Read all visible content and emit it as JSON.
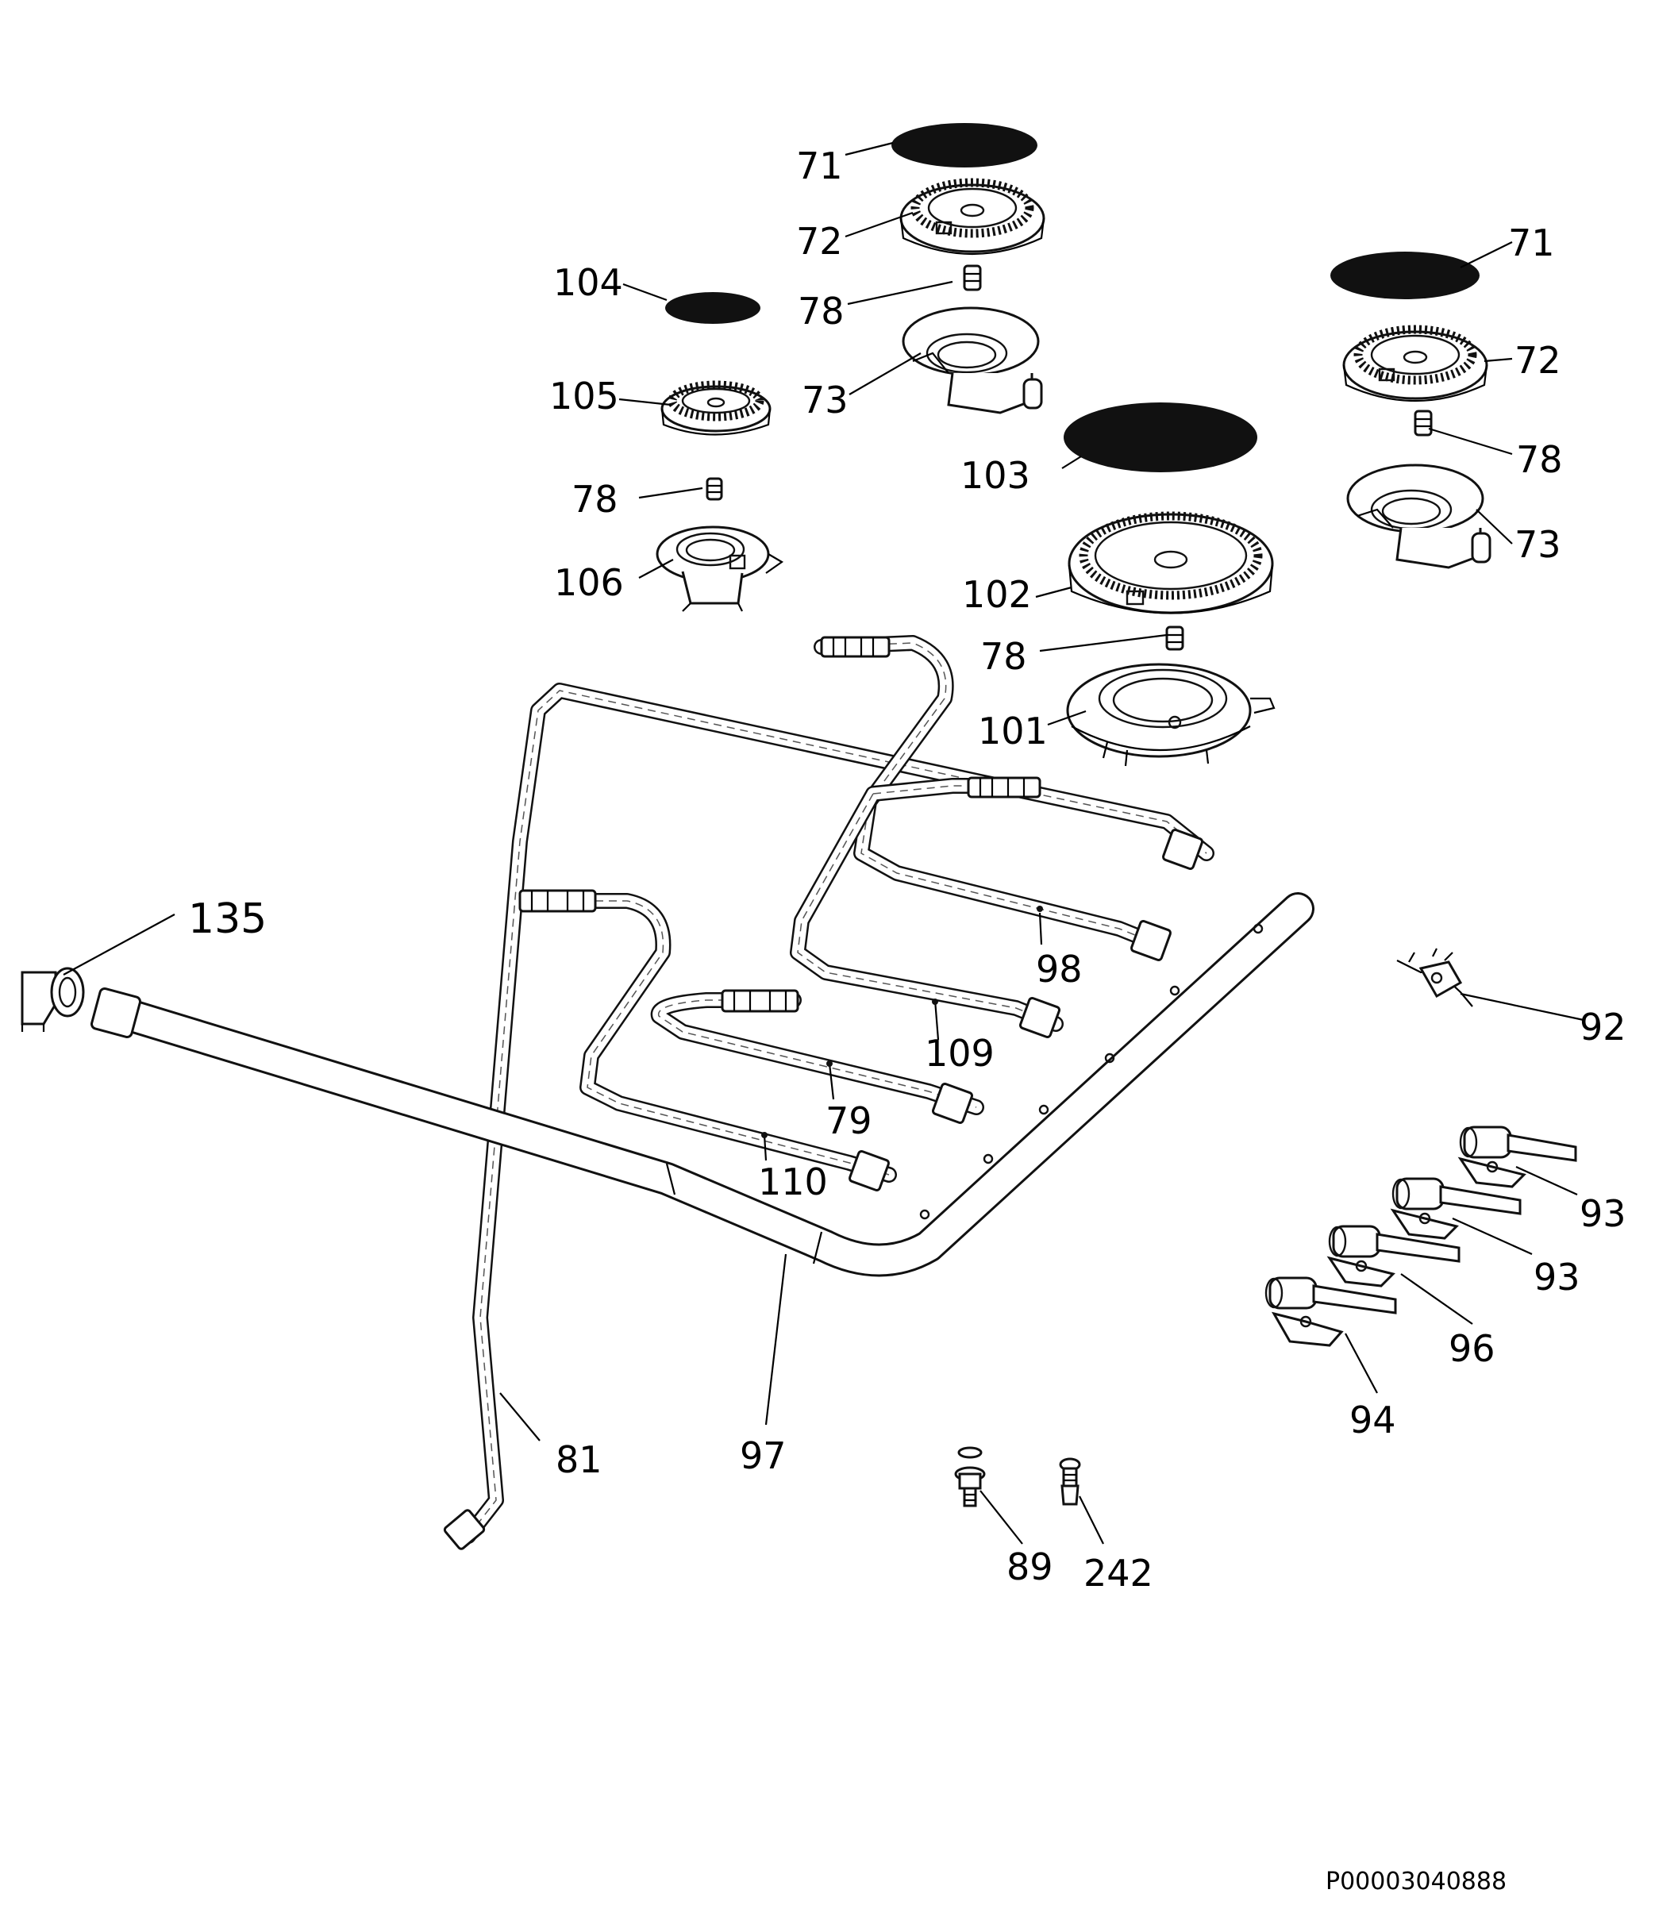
{
  "callouts": {
    "c71a": "71",
    "c72a": "72",
    "c78a": "78",
    "c73a": "73",
    "c104": "104",
    "c105": "105",
    "c78b": "78",
    "c106": "106",
    "c71b": "71",
    "c72b": "72",
    "c78c": "78",
    "c73b": "73",
    "c103": "103",
    "c102": "102",
    "c78d": "78",
    "c101": "101",
    "c135": "135",
    "c98": "98",
    "c92": "92",
    "c109": "109",
    "c79": "79",
    "c110": "110",
    "c93a": "93",
    "c93b": "93",
    "c96": "96",
    "c94": "94",
    "c81": "81",
    "c97": "97",
    "c89": "89",
    "c242": "242"
  },
  "diagram_code": "P00003040888"
}
